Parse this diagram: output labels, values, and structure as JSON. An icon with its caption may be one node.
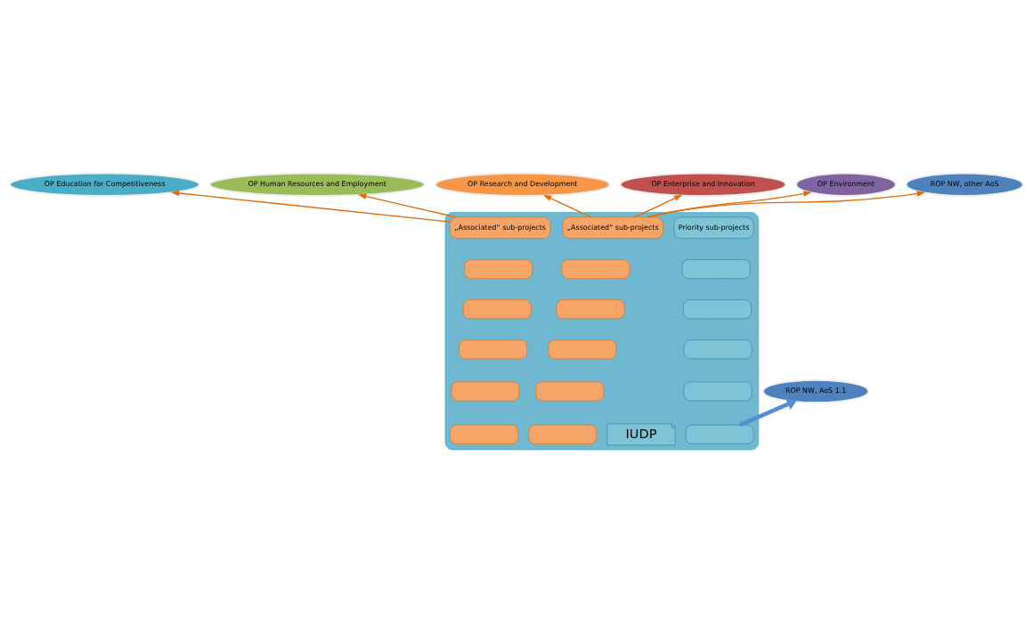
{
  "diagram": {
    "nodes": [
      {
        "text": [
          "ROP NW, AoS 1.1"
        ]
      },
      {
        "text": [
          "OP Education for Competitiveness"
        ]
      },
      {
        "text": [
          "OP Human Resources and Employment"
        ]
      },
      {
        "text": [
          "OP Research and Development"
        ]
      },
      {
        "text": [],
        "shape": "box"
      },
      {
        "text": [],
        "shape": "box",
        "in": 4
      },
      {
        "text": [],
        "shape": "box",
        "in": 4
      },
      {
        "text": [],
        "shape": "box",
        "in": 4
      },
      {
        "text": [],
        "shape": "box",
        "in": 4
      },
      {
        "text": [],
        "shape": "box",
        "in": 4
      },
      {
        "text": [
          "Priority sub-projects"
        ],
        "in": 4
      },
      {
        "text": [
          "IUDP"
        ],
        "in": 4
      },
      {
        "text": [
          "OP Enterprise and Innovation"
        ]
      },
      {
        "text": [
          "OP Environment"
        ]
      },
      {
        "text": [],
        "shape": "box",
        "in": 4
      },
      {
        "text": [],
        "shape": "box",
        "in": 4
      },
      {
        "text": [],
        "shape": "box",
        "in": 4
      },
      {
        "text": [],
        "shape": "box",
        "in": 4
      },
      {
        "text": [],
        "shape": "box",
        "in": 4
      },
      {
        "text": [
          "„Associated“ sub-projects"
        ],
        "in": 4
      },
      {
        "text": [],
        "shape": "box",
        "in": 4
      },
      {
        "text": [],
        "shape": "box",
        "in": 4
      },
      {
        "text": [],
        "shape": "box",
        "in": 4
      },
      {
        "text": [],
        "shape": "box",
        "in": 4
      },
      {
        "text": [],
        "shape": "box",
        "in": 4
      },
      {
        "text": [
          "„Associated“ sub-projects"
        ],
        "in": 4
      },
      {
        "text": [
          "ROP NW, other AoS"
        ]
      }
    ],
    "edges": [
      {
        "from": 5,
        "to": 0,
        "arrow": "to",
        "style": "thick",
        "color": "#558ed5"
      },
      {
        "from": 19,
        "to": 1,
        "arrow": "to"
      },
      {
        "from": 19,
        "to": 2,
        "arrow": "to"
      },
      {
        "from": 25,
        "to": 3,
        "arrow": "to"
      },
      {
        "from": 25,
        "to": 12,
        "arrow": "to"
      },
      {
        "from": 25,
        "to": 13,
        "arrow": "to"
      },
      {
        "from": 25,
        "to": 26,
        "arrow": "to"
      }
    ]
  }
}
